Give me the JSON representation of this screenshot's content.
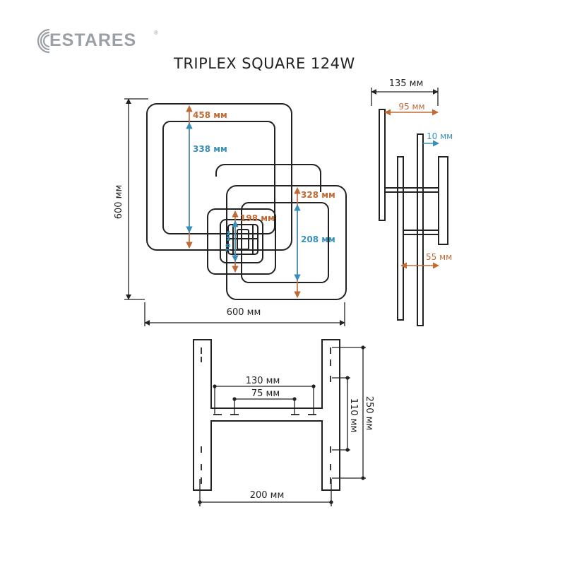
{
  "brand": {
    "name": "ESTARES",
    "registered": "®"
  },
  "title": "TRIPLEX SQUARE 124W",
  "colors": {
    "outline": "#222222",
    "orange": "#c06a35",
    "blue": "#3a8fb8",
    "logo": "#9aa0a6"
  },
  "front_view": {
    "height_label": "600 мм",
    "width_label": "600 мм",
    "dims": [
      {
        "label": "458 мм",
        "color": "orange"
      },
      {
        "label": "338 мм",
        "color": "blue"
      },
      {
        "label": "328 мм",
        "color": "orange"
      },
      {
        "label": "208 мм",
        "color": "blue"
      },
      {
        "label": "198 мм",
        "color": "orange"
      },
      {
        "label": "78 мм",
        "color": "blue"
      }
    ]
  },
  "side_view": {
    "depth_label": "135 мм",
    "dims": [
      {
        "label": "95 мм",
        "color": "orange"
      },
      {
        "label": "10 мм",
        "color": "blue"
      },
      {
        "label": "55 мм",
        "color": "orange"
      }
    ]
  },
  "mount_view": {
    "labels": {
      "outer_spacing": "130 мм",
      "inner_spacing": "75 мм",
      "width": "200 мм",
      "height": "250 мм",
      "hole_spacing": "110 мм"
    }
  }
}
